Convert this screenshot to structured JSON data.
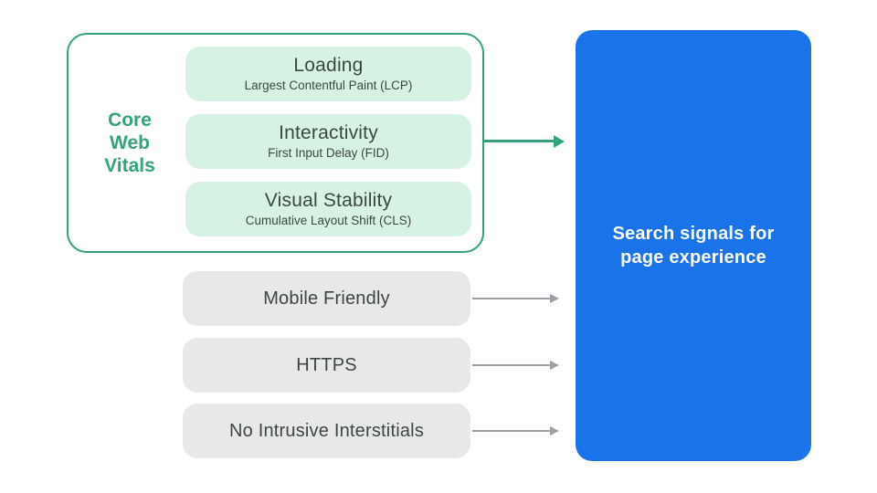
{
  "core_web_vitals": {
    "label": "Core Web Vitals",
    "items": [
      {
        "title": "Loading",
        "subtitle": "Largest Contentful Paint (LCP)"
      },
      {
        "title": "Interactivity",
        "subtitle": "First Input Delay (FID)"
      },
      {
        "title": "Visual Stability",
        "subtitle": "Cumulative Layout Shift (CLS)"
      }
    ]
  },
  "other_signals": [
    {
      "label": "Mobile Friendly"
    },
    {
      "label": "HTTPS"
    },
    {
      "label": "No Intrusive Interstitials"
    }
  ],
  "result": {
    "label": "Search signals for page experience"
  },
  "colors": {
    "accent_green": "#34a27b",
    "light_green_fill": "#d6f2e3",
    "gray_fill": "#e8e8e9",
    "arrow_gray": "#9aa0a6",
    "blue_fill": "#1a73e8",
    "dark_text": "#3c4743",
    "white_text": "#ffffff"
  }
}
